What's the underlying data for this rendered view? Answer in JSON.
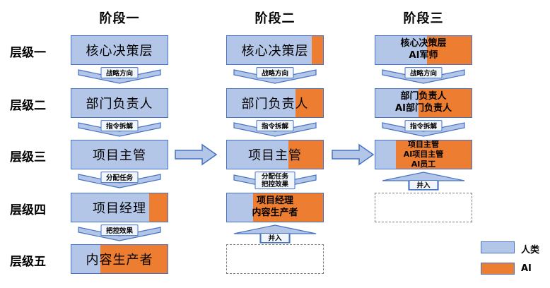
{
  "colors": {
    "human": "#b4c6e7",
    "ai": "#ed7d31",
    "border": "#4472c4",
    "arrow_fill": "#b4c6e7",
    "arrow_label_fill": "#f1f5fc",
    "text": "#000000"
  },
  "row_labels": [
    "层级一",
    "层级二",
    "层级三",
    "层级四",
    "层级五"
  ],
  "columns": [
    {
      "header": "阶段一",
      "boxes": [
        {
          "row": 0,
          "lines": [
            "核心决策层"
          ],
          "human_pct": 100
        },
        {
          "row": 1,
          "lines": [
            "部门负责人"
          ],
          "human_pct": 100
        },
        {
          "row": 2,
          "lines": [
            "项目主管"
          ],
          "human_pct": 100
        },
        {
          "row": 3,
          "lines": [
            "项目经理"
          ],
          "human_pct": 81
        },
        {
          "row": 4,
          "lines": [
            "内容生产者"
          ],
          "human_pct": 30
        }
      ],
      "arrows": [
        {
          "after_row": 0,
          "dir": "down",
          "lines": [
            "战略方向"
          ]
        },
        {
          "after_row": 1,
          "dir": "down",
          "lines": [
            "指令拆解"
          ]
        },
        {
          "after_row": 2,
          "dir": "down",
          "lines": [
            "分配任务"
          ]
        },
        {
          "after_row": 3,
          "dir": "down",
          "lines": [
            "把控效果"
          ]
        }
      ]
    },
    {
      "header": "阶段二",
      "boxes": [
        {
          "row": 0,
          "lines": [
            "核心决策层"
          ],
          "human_pct": 88
        },
        {
          "row": 1,
          "lines": [
            "部门负责人"
          ],
          "human_pct": 71
        },
        {
          "row": 2,
          "lines": [
            "项目主管"
          ],
          "human_pct": 64
        },
        {
          "row": 3,
          "lines": [
            "项目经理",
            "内容生产者"
          ],
          "human_pct": 27
        },
        {
          "row": 4,
          "dashed": true,
          "lines": []
        }
      ],
      "arrows": [
        {
          "after_row": 0,
          "dir": "down",
          "lines": [
            "战略方向"
          ]
        },
        {
          "after_row": 1,
          "dir": "down",
          "lines": [
            "指令拆解"
          ]
        },
        {
          "after_row": 2,
          "dir": "down",
          "lines": [
            "分配任务",
            "把控效果"
          ]
        },
        {
          "after_row": 3,
          "dir": "up",
          "lines": [
            "并入"
          ]
        }
      ]
    },
    {
      "header": "阶段三",
      "boxes": [
        {
          "row": 0,
          "lines": [
            "核心决策层",
            "AI军师"
          ],
          "human_pct": 54
        },
        {
          "row": 1,
          "lines": [
            "部门负责人",
            "AI部门负责人"
          ],
          "human_pct": 45
        },
        {
          "row": 2,
          "lines": [
            "项目主管",
            "AI项目主管",
            "AI员工"
          ],
          "human_pct": 21
        },
        {
          "row": 3,
          "dashed": true,
          "lines": []
        }
      ],
      "arrows": [
        {
          "after_row": 0,
          "dir": "down",
          "lines": [
            "战略方向"
          ]
        },
        {
          "after_row": 1,
          "dir": "down",
          "lines": [
            "指令拆解"
          ]
        },
        {
          "after_row": 2,
          "dir": "up",
          "lines": [
            "并入"
          ]
        }
      ]
    }
  ],
  "transition_arrows": [
    {
      "name": "stage1-to-stage2"
    },
    {
      "name": "stage2-to-stage3"
    }
  ],
  "legend": {
    "items": [
      {
        "label": "人类",
        "color_key": "human"
      },
      {
        "label": "AI",
        "color_key": "ai"
      }
    ]
  }
}
